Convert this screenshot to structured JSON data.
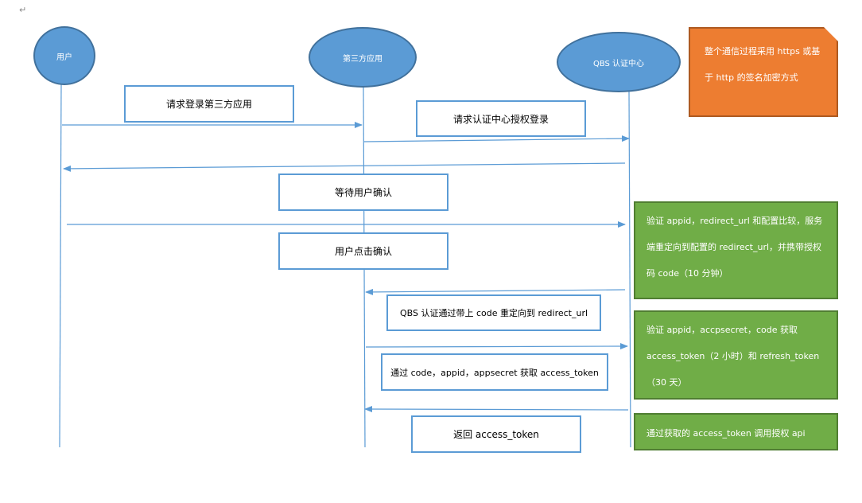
{
  "para_mark": "↵",
  "actors": {
    "user": "用户",
    "third_party": "第三方应用",
    "auth_center": "QBS 认证中心"
  },
  "messages": [
    "请求登录第三方应用",
    "请求认证中心授权登录",
    "等待用户确认",
    "用户点击确认",
    "QBS 认证通过带上 code 重定向到 redirect_url",
    "通过 code，appid，appsecret 获取 access_token",
    "返回 access_token"
  ],
  "notes": {
    "https": "整个通信过程采用 https 或基于 http 的签名加密方式",
    "verify_redirect": "验证 appid，redirect_url 和配置比较，服务端重定向到配置的 redirect_url，并携带授权码 code（10 分钟）",
    "verify_secret": "验证 appid，accpsecret，code 获取 access_token（2 小时）和 refresh_token（30 天）",
    "call_api": "通过获取的 access_token 调用授权 api"
  },
  "colors": {
    "actor_fill": "#5b9bd5",
    "line": "#5b9bd5",
    "note_green": "#70ad47",
    "note_orange": "#ed7d31"
  }
}
